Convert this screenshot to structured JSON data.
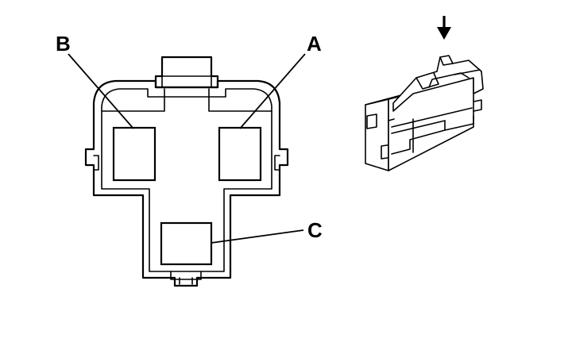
{
  "diagram": {
    "type": "connector-terminal-view",
    "labels": {
      "a": "A",
      "b": "B",
      "c": "C"
    },
    "icons": {
      "insertion_arrow": "down-arrow-icon"
    },
    "colors": {
      "line": "#000000",
      "background": "#ffffff"
    }
  }
}
